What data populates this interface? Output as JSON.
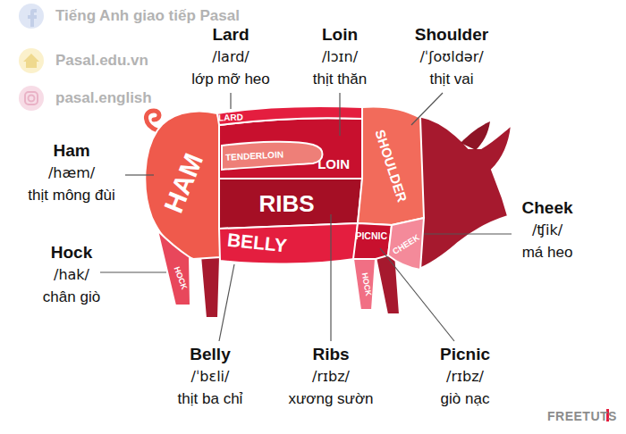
{
  "diagram": {
    "nodes": [
      {
        "text": [
          "LARD"
        ]
      },
      {
        "text": [
          "TENDERLOIN"
        ]
      },
      {
        "text": [
          "LOIN"
        ]
      },
      {
        "text": [
          "SHOULDER"
        ]
      },
      {
        "text": [
          "HAM"
        ]
      },
      {
        "text": [
          "RIBS"
        ]
      },
      {
        "text": [
          "BELLY"
        ]
      },
      {
        "text": [
          "PICNIC"
        ]
      },
      {
        "text": [
          "CHEEK"
        ]
      },
      {
        "text": [
          "HOCK"
        ]
      },
      {
        "text": [
          "HOCK"
        ]
      }
    ],
    "labels": [
      "Tiếng Anh giao tiếp Pasal",
      "Pasal.edu.vn",
      "pasal.english",
      "Lard",
      "/lard/",
      "lớp mỡ heo",
      "Loin",
      "/lɔɪn/",
      "thịt thăn",
      "Shoulder",
      "/ˈʃoʊldər/",
      "thịt vai",
      "Ham",
      "/hæm/",
      "thịt mông đùi",
      "Hock",
      "/hak/",
      "chân giò",
      "Cheek",
      "/ʧik/",
      "má heo",
      "Belly",
      "/ˈbɛli/",
      "thịt ba chỉ",
      "Ribs",
      "/rɪbz/",
      "xương sườn",
      "Picnic",
      "/rɪbz/",
      "giò nạc",
      "FREETUTS"
    ]
  }
}
